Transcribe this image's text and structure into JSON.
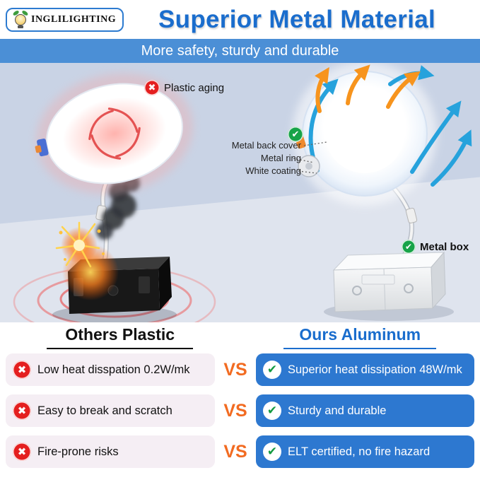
{
  "header": {
    "logo_text": "INGLILIGHTING",
    "title": "Superior Metal Material",
    "subtitle": "More safety, sturdy and durable"
  },
  "icons": {
    "cross_glyph": "✖",
    "check_glyph": "✔"
  },
  "scene": {
    "left_light_callout": "Plastic aging",
    "right_light_callouts": [
      "Metal back cover",
      "Metal ring",
      "White coating"
    ],
    "metal_box_callout": "Metal box"
  },
  "comparison": {
    "left_heading": "Others Plastic",
    "right_heading": "Ours Aluminum",
    "vs_label": "VS",
    "rows": [
      {
        "left": "Low heat disspation 0.2W/mk",
        "right": "Superior heat dissipation 48W/mk"
      },
      {
        "left": "Easy to break and scratch",
        "right": "Sturdy and durable"
      },
      {
        "left": "Fire-prone risks",
        "right": "ELT certified, no fire hazard"
      }
    ]
  },
  "colors": {
    "title_blue": "#1a6dcd",
    "band_blue": "#4b8fd6",
    "pill_blue": "#2d78d0",
    "vs_orange": "#f26b21",
    "error_red": "#e41f1f",
    "success_green": "#17a348"
  }
}
